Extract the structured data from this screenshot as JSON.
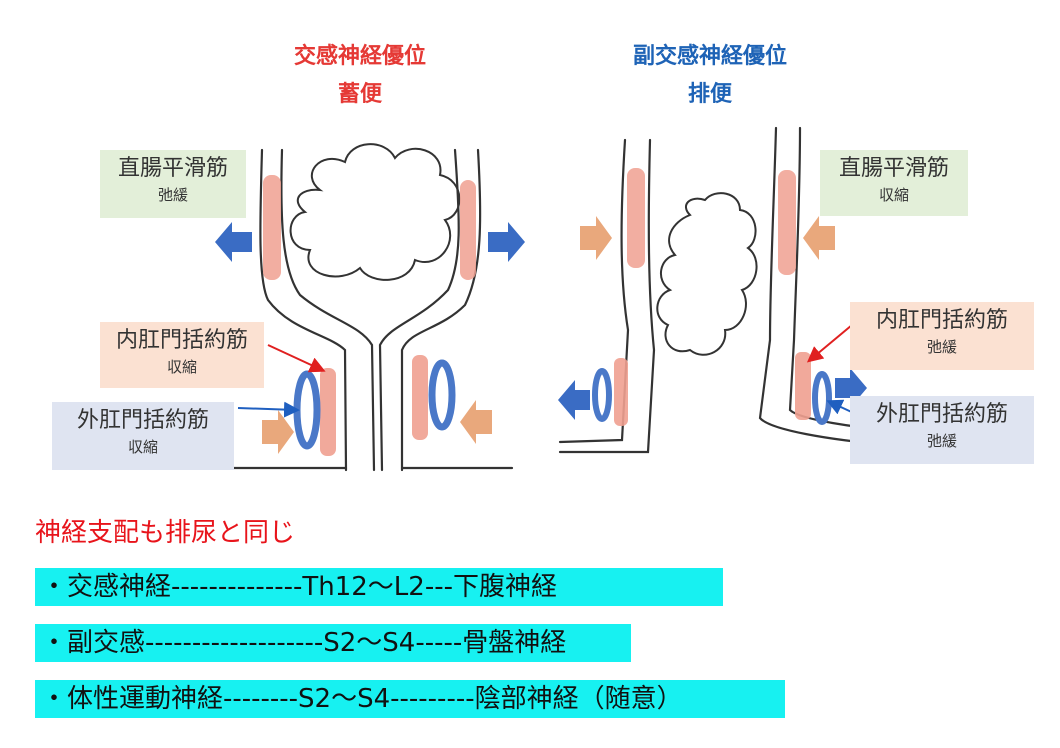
{
  "left_panel": {
    "title_line1": "交感神経優位",
    "title_line2": "蓄便",
    "rectal_smooth_muscle": {
      "label": "直腸平滑筋",
      "state": "弛緩"
    },
    "internal_sphincter": {
      "label": "内肛門括約筋",
      "state": "収縮"
    },
    "external_sphincter": {
      "label": "外肛門括約筋",
      "state": "収縮"
    }
  },
  "right_panel": {
    "title_line1": "副交感神経優位",
    "title_line2": "排便",
    "rectal_smooth_muscle": {
      "label": "直腸平滑筋",
      "state": "収縮"
    },
    "internal_sphincter": {
      "label": "内肛門括約筋",
      "state": "弛緩"
    },
    "external_sphincter": {
      "label": "外肛門括約筋",
      "state": "弛緩"
    }
  },
  "note": "神経支配も排尿と同じ",
  "bullets": [
    "・交感神経--------------Th12〜L2---下腹神経",
    "・副交感-------------------S2〜S4-----骨盤神経",
    "・体性運動神経--------S2〜S4---------陰部神経（随意）"
  ],
  "colors": {
    "title_red": "#e53935",
    "title_blue": "#1e63b6",
    "smooth_muscle": "#f0a090",
    "external_muscle": "#4a78c8",
    "arrow_blue": "#3a6cc4",
    "arrow_peach": "#e9a87c",
    "bullet_bg": "#17f1f1",
    "note_red": "#e8141b"
  }
}
